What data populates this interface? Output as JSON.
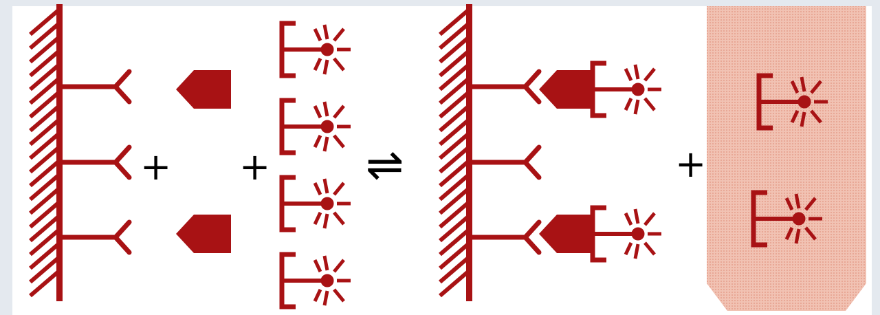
{
  "colors": {
    "frame": "#e4e9ef",
    "mark": "#a81214",
    "dark": "#8e1010",
    "solution": "#f1c2b3",
    "text": "#000000"
  },
  "operators": {
    "plus_1": "+",
    "plus_2": "+",
    "plus_3": "+",
    "equilibrium": "⇌"
  },
  "left_side": {
    "antibody_count": 3,
    "antigen_count": 2,
    "labeled_conjugate_count": 4
  },
  "right_side": {
    "antibody_count": 3,
    "bound_complex_count": 2,
    "free_conjugate_count": 2
  }
}
